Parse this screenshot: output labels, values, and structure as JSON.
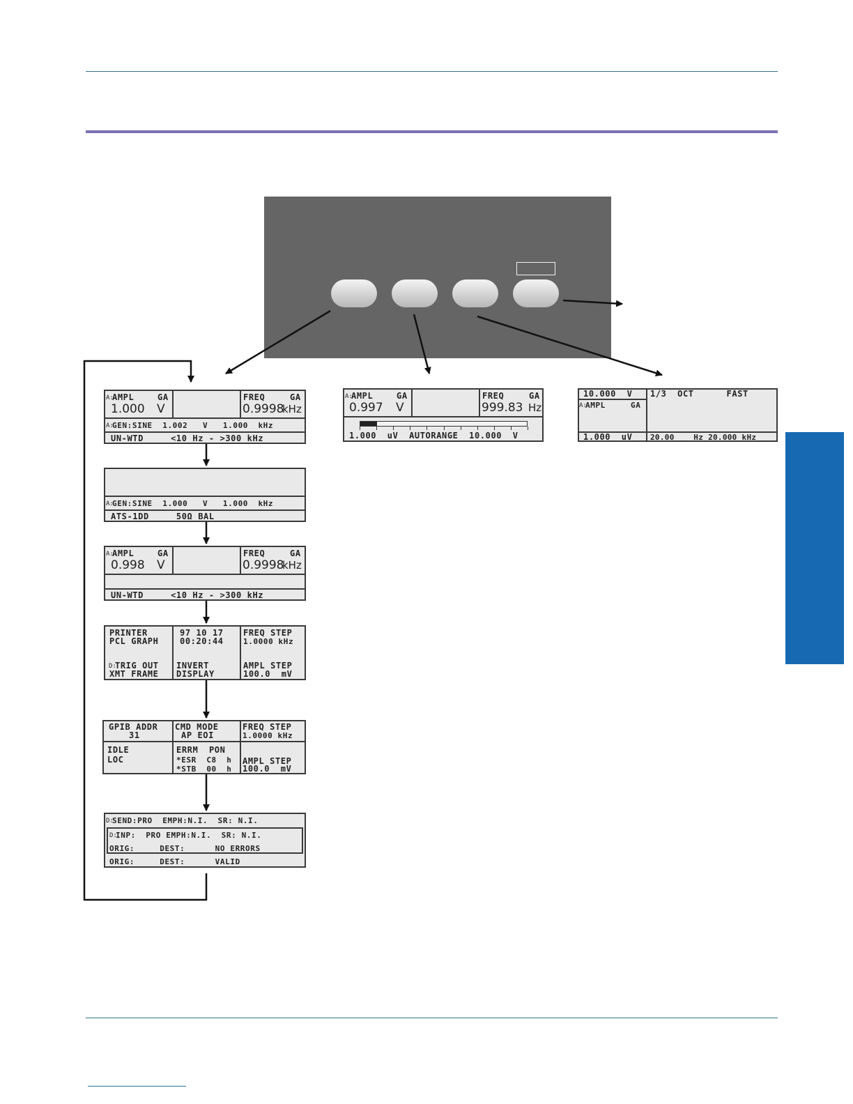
{
  "colors": {
    "rule_thin": "#2e6f8e",
    "rule_thick": "#7b6fb0",
    "panel": "#656565",
    "tab": "#1769b2",
    "lcd_bg": "#e9e9e9"
  },
  "disp1": {
    "ampl_ch": "A:",
    "ampl_label": "AMPL",
    "ampl_ga": "GA",
    "ampl_value": "1.000",
    "ampl_unit": "V",
    "freq_label": "FREQ",
    "freq_ga": "GA",
    "freq_value": "0.9998",
    "freq_unit": "kHz",
    "gen_line": "GEN:SINE  1.002   V   1.000  kHz",
    "gen_ch": "A:",
    "filter_line": "UN-WTD     <10 Hz - >300 kHz"
  },
  "disp2": {
    "gen_ch": "A:",
    "gen_line": "GEN:SINE  1.000   V   1.000  kHz",
    "model_line": "ATS-1DD     50Ω BAL"
  },
  "disp3": {
    "ampl_ch": "A:",
    "ampl_label": "AMPL",
    "ampl_ga": "GA",
    "ampl_value": "0.998",
    "ampl_unit": "V",
    "freq_label": "FREQ",
    "freq_ga": "GA",
    "freq_value": "0.9998",
    "freq_unit": "kHz",
    "filter_line": "UN-WTD     <10 Hz - >300 kHz"
  },
  "disp4": {
    "c1_l1": "PRINTER",
    "c1_l2": "PCL GRAPH",
    "c2_l1": "97 10 17",
    "c2_l2": "00:20:44",
    "c3_l1": "FREQ STEP",
    "c3_l2": "1.0000 kHz",
    "c4_ch": "D:",
    "c4_l1": "TRIG OUT",
    "c4_l2": "XMT FRAME",
    "c5_l1": "INVERT",
    "c5_l2": "DISPLAY",
    "c6_l1": "AMPL STEP",
    "c6_l2": "100.0  mV"
  },
  "disp5": {
    "c1_l1": "GPIB ADDR",
    "c1_l2": "31",
    "c2_l1": "CMD MODE",
    "c2_l2": "AP EOI",
    "c3_l1": "FREQ STEP",
    "c3_l2": "1.0000 kHz",
    "c4_l1": "IDLE",
    "c4_l2": "LOC",
    "c5_l1": "ERRM  PON",
    "c5_l2": "*ESR  C8  h",
    "c5_l3": "*STB  00  h",
    "c6_l1": "AMPL STEP",
    "c6_l2": "100.0  mV"
  },
  "disp6": {
    "row1_ch": "D:",
    "row1": "SEND:PRO  EMPH:N.I.  SR: N.I.",
    "row2_ch": "D:",
    "row2": "INP:  PRO EMPH:N.I.  SR: N.I.",
    "row3": "ORIG:     DEST:      NO ERRORS",
    "row4": "ORIG:     DEST:      VALID"
  },
  "dispB": {
    "ampl_ch": "A:",
    "ampl_label": "AMPL",
    "ampl_ga": "GA",
    "ampl_value": "0.997",
    "ampl_unit": "V",
    "freq_label": "FREQ",
    "freq_ga": "GA",
    "freq_value": "999.83",
    "freq_unit": "Hz",
    "bar_level": 0.1,
    "scale_line": "1.000  uV  AUTORANGE  10.000  V"
  },
  "dispC": {
    "top_value": "10.000  V",
    "band_line": "1/3  OCT      FAST",
    "ampl_ch": "A:",
    "ampl_label": "AMPL",
    "ampl_ga": "GA",
    "bottom_left": "1.000  uV",
    "bottom_right": "20.00    Hz 20.000 kHz"
  }
}
